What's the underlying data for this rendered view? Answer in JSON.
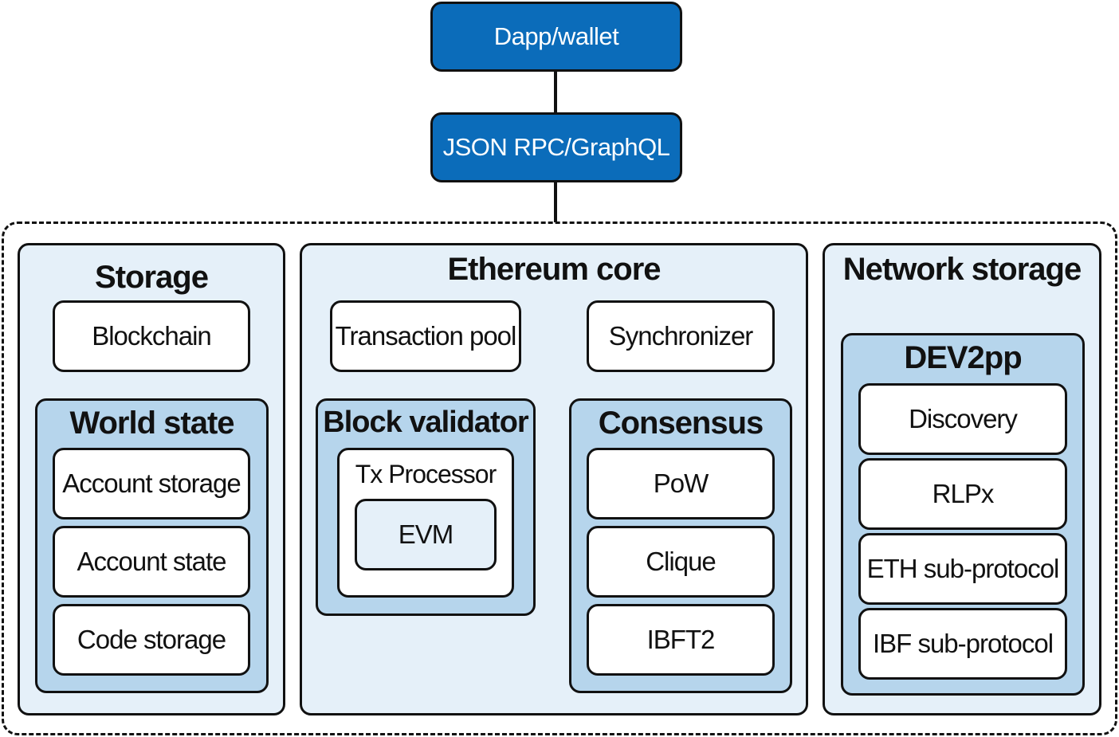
{
  "top": {
    "dapp": "Dapp/wallet",
    "rpc": "JSON RPC/GraphQL"
  },
  "storage": {
    "title": "Storage",
    "blockchain": "Blockchain",
    "world_state": {
      "title": "World state",
      "items": [
        "Account storage",
        "Account state",
        "Code storage"
      ]
    }
  },
  "core": {
    "title": "Ethereum core",
    "transaction_pool": "Transaction pool",
    "synchronizer": "Synchronizer",
    "block_validator": {
      "title": "Block validator",
      "tx_processor": "Tx Processor",
      "evm": "EVM"
    },
    "consensus": {
      "title": "Consensus",
      "items": [
        "PoW",
        "Clique",
        "IBFT2"
      ]
    }
  },
  "network": {
    "title": "Network storage",
    "dev2pp": {
      "title": "DEV2pp",
      "items": [
        "Discovery",
        "RLPx",
        "ETH sub-protocol",
        "IBF sub-protocol"
      ]
    }
  },
  "colors": {
    "top_box": "#0b6cba",
    "light_panel": "#e5f0f9",
    "mid_panel": "#b6d5ec",
    "border": "#111111"
  }
}
